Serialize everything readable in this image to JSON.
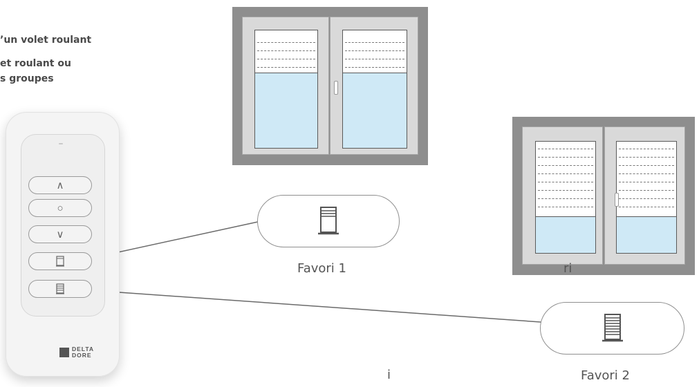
{
  "features": [
    "’un volet roulant",
    "et roulant ou",
    "s groupes"
  ],
  "remote": {
    "buttons": [
      {
        "label": "∧",
        "icon": "up-arrow-icon"
      },
      {
        "label": "○",
        "icon": "stop-icon"
      },
      {
        "label": "∨",
        "icon": "down-arrow-icon"
      },
      {
        "label": "",
        "icon": "favorite-1-shutter-icon"
      },
      {
        "label": "",
        "icon": "favorite-2-shutter-icon"
      }
    ],
    "brand_line1": "DELTA",
    "brand_line2": "DORE"
  },
  "favorites": {
    "fav1_caption": "Favori 1",
    "fav2_caption": "Favori 2",
    "fav1_icon": "shutter-half-open-icon",
    "fav2_icon": "shutter-closed-icon"
  },
  "fragments": {
    "ri": "ri",
    "i": "i"
  },
  "colors": {
    "window_frame": "#8e8e8e",
    "glass": "#cfe9f6",
    "line": "#6a6a6a"
  }
}
